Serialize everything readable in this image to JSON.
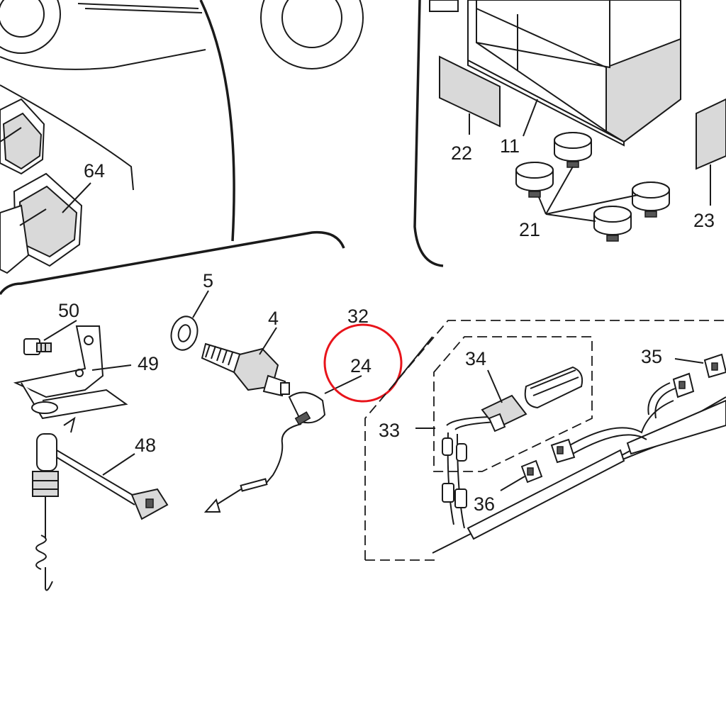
{
  "labels": {
    "p4": "4",
    "p5": "5",
    "p11": "11",
    "p21": "21",
    "p22": "22",
    "p23": "23",
    "p24": "24",
    "p32": "32",
    "p33": "33",
    "p34": "34",
    "p35": "35",
    "p36": "36",
    "p48": "48",
    "p49": "49",
    "p50": "50",
    "p64": "64"
  },
  "highlight": {
    "part": "24",
    "color": "#e8141b"
  },
  "colors": {
    "line": "#1a1a1a",
    "background": "#ffffff"
  }
}
